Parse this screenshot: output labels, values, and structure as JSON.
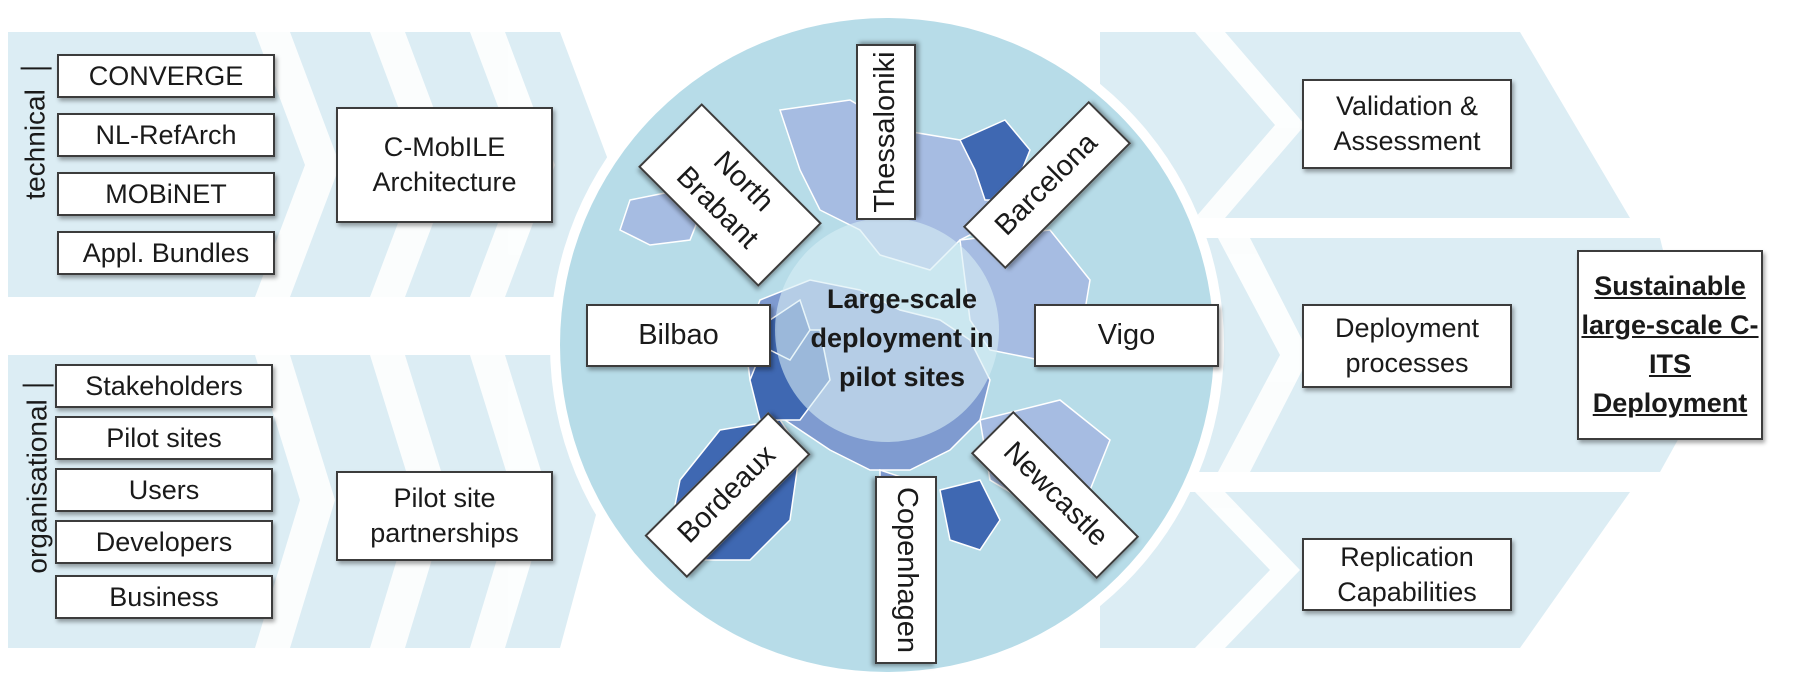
{
  "technical": {
    "label": "technical",
    "inputs": [
      "CONVERGE",
      "NL-RefArch",
      "MOBiNET",
      "Appl. Bundles"
    ],
    "output": "C-MobILE\nArchitecture"
  },
  "organisational": {
    "label": "organisational",
    "inputs": [
      "Stakeholders",
      "Pilot sites",
      "Users",
      "Developers",
      "Business"
    ],
    "output": "Pilot site\npartnerships"
  },
  "center": {
    "text": "Large-scale\ndeployment in\npilot sites",
    "cities": {
      "thessaloniki": "Thessaloniki",
      "north_brabant": "North\nBrabant",
      "barcelona": "Barcelona",
      "bilbao": "Bilbao",
      "vigo": "Vigo",
      "bordeaux": "Bordeaux",
      "copenhagen": "Copenhagen",
      "newcastle": "Newcastle"
    }
  },
  "outcomes": [
    "Validation &\nAssessment",
    "Deployment\nprocesses",
    "Replication\nCapabilities"
  ],
  "goal": "Sustainable\nlarge-scale C-\nITS\nDeployment",
  "colors": {
    "band": "#dcedf4",
    "band_chevron": "#ffffff",
    "circle_outer": "#b7dce8",
    "circle_inner": "#d9eef5",
    "map_light": "#a6bce2",
    "map_mid": "#7f9bd0",
    "map_dark": "#3f68b2"
  }
}
